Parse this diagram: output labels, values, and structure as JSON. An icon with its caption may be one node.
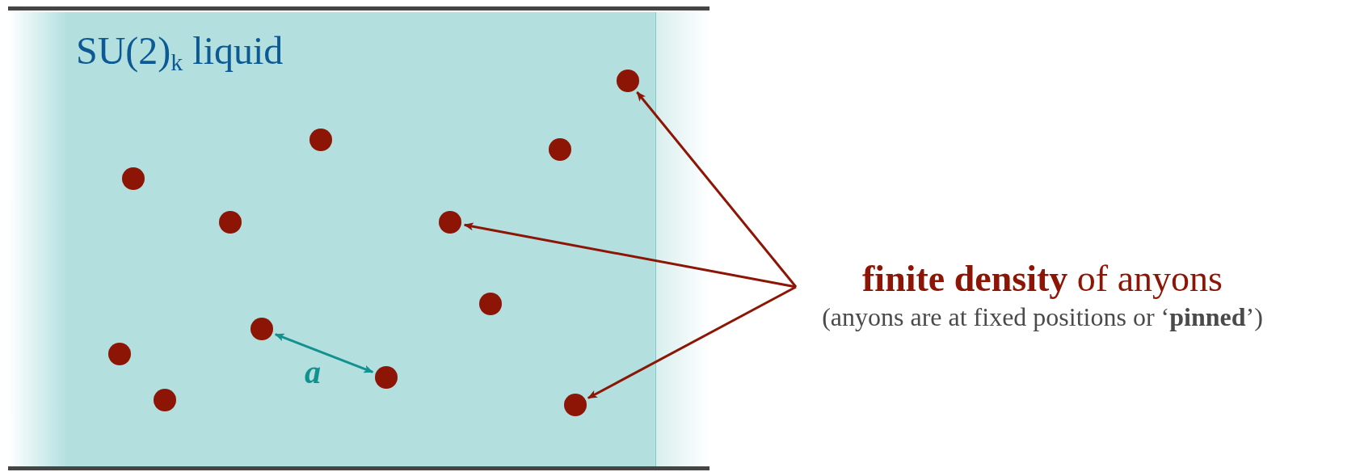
{
  "diagram": {
    "nodes": [
      {
        "text": [
          "SU(2)$_{k}$ liquid"
        ]
      },
      {
        "text": [],
        "shape": "circle",
        "in": 0
      },
      {
        "text": [],
        "shape": "circle",
        "in": 0
      },
      {
        "text": [],
        "shape": "circle",
        "in": 0
      },
      {
        "text": [],
        "shape": "circle",
        "in": 0
      },
      {
        "text": [],
        "shape": "circle",
        "in": 0
      },
      {
        "text": [],
        "shape": "circle",
        "in": 0
      },
      {
        "text": [],
        "shape": "circle",
        "in": 0
      },
      {
        "text": [],
        "shape": "circle",
        "in": 0
      },
      {
        "text": [],
        "shape": "circle",
        "in": 0
      },
      {
        "text": [],
        "shape": "circle",
        "in": 0
      },
      {
        "text": [],
        "shape": "circle",
        "in": 0
      },
      {
        "text": [],
        "shape": "circle",
        "in": 0
      },
      {
        "text": [
          "**finite density** of anyons",
          "(anyons are at fixed positions or ‘**pinned**’)"
        ]
      }
    ],
    "edges": [
      {
        "from": 13,
        "to": 1,
        "arrow": "to"
      },
      {
        "from": 13,
        "to": 6,
        "arrow": "to"
      },
      {
        "from": 13,
        "to": 12,
        "arrow": "to"
      },
      {
        "from": 8,
        "to": 10,
        "arrow": "both",
        "label": "a",
        "color": "#11928f"
      }
    ]
  }
}
